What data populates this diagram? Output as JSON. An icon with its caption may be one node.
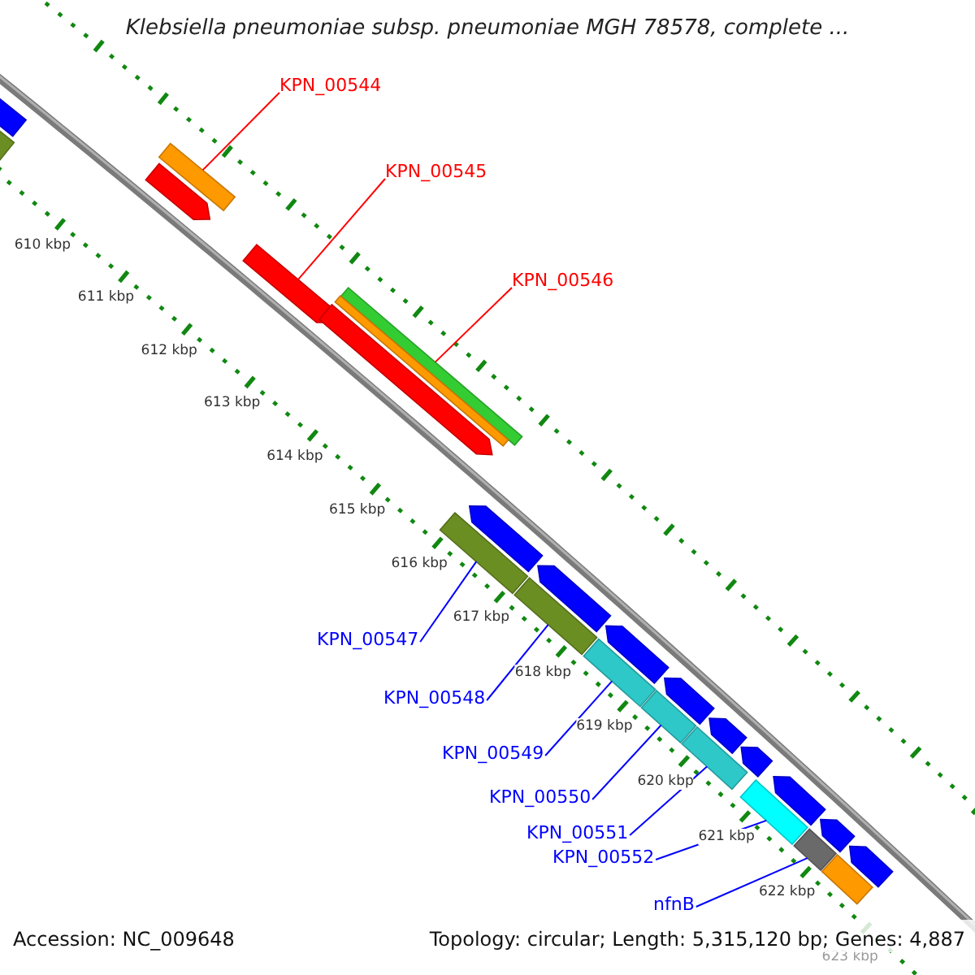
{
  "diagram": {
    "title": "Klebsiella pneumoniae subsp. pneumoniae MGH 78578, complete ...",
    "nodes": [
      {
        "text": [
          "KPN_00544"
        ]
      },
      {
        "text": [
          "KPN_00545"
        ]
      },
      {
        "text": [
          "KPN_00546"
        ]
      },
      {
        "text": [
          "KPN_00547"
        ]
      },
      {
        "text": [
          "KPN_00548"
        ]
      },
      {
        "text": [
          "KPN_00549"
        ]
      },
      {
        "text": [
          "KPN_00550"
        ]
      },
      {
        "text": [
          "KPN_00551"
        ]
      },
      {
        "text": [
          "KPN_00552"
        ]
      },
      {
        "text": [
          "nfnB"
        ]
      },
      {
        "text": [],
        "shape": "bar"
      },
      {
        "text": [],
        "shape": "bar"
      },
      {
        "text": [],
        "shape": "bar"
      },
      {
        "text": [],
        "shape": "bar"
      },
      {
        "text": [],
        "shape": "bar"
      },
      {
        "text": [],
        "shape": "bar"
      },
      {
        "text": [],
        "shape": "bar"
      },
      {
        "text": [],
        "shape": "bar"
      },
      {
        "text": [],
        "shape": "bar"
      },
      {
        "text": [],
        "shape": "bar"
      },
      {
        "text": [],
        "shape": "bar"
      },
      {
        "text": [],
        "shape": "bar"
      },
      {
        "text": [],
        "shape": "bar"
      },
      {
        "text": [],
        "shape": "bar"
      },
      {
        "text": [],
        "shape": "bar"
      },
      {
        "text": [],
        "shape": "bar"
      },
      {
        "text": [],
        "shape": "bar"
      },
      {
        "text": [],
        "shape": "bar"
      },
      {
        "text": [],
        "shape": "bar"
      },
      {
        "text": [],
        "shape": "bar"
      },
      {
        "text": [],
        "shape": "bar"
      },
      {
        "text": [],
        "shape": "bar"
      },
      {
        "text": [],
        "shape": "bar"
      },
      {
        "text": [],
        "shape": "bar"
      },
      {
        "text": [],
        "shape": "bar"
      }
    ],
    "edges": [
      {
        "from": 0,
        "to": 12,
        "arrow": "none",
        "color": "#ff0000"
      },
      {
        "from": 1,
        "to": 14,
        "arrow": "none",
        "color": "#ff0000"
      },
      {
        "from": 2,
        "to": 15,
        "arrow": "none",
        "color": "#ff0000"
      },
      {
        "from": 3,
        "to": 18,
        "arrow": "none"
      },
      {
        "from": 4,
        "to": 20,
        "arrow": "none"
      },
      {
        "from": 5,
        "to": 22,
        "arrow": "none"
      },
      {
        "from": 6,
        "to": 24,
        "arrow": "none"
      },
      {
        "from": 7,
        "to": 26,
        "arrow": "none"
      },
      {
        "from": 8,
        "to": 29,
        "arrow": "none"
      },
      {
        "from": 9,
        "to": 31,
        "arrow": "none"
      }
    ],
    "labels": [
      "610 kbp",
      "611 kbp",
      "612 kbp",
      "613 kbp",
      "614 kbp",
      "615 kbp",
      "616 kbp",
      "617 kbp",
      "618 kbp",
      "619 kbp",
      "620 kbp",
      "621 kbp",
      "622 kbp",
      "623 kbp",
      "Accession: NC_009648",
      "Topology: circular; Length: 5,315,120 bp; Genes: 4,887"
    ]
  }
}
